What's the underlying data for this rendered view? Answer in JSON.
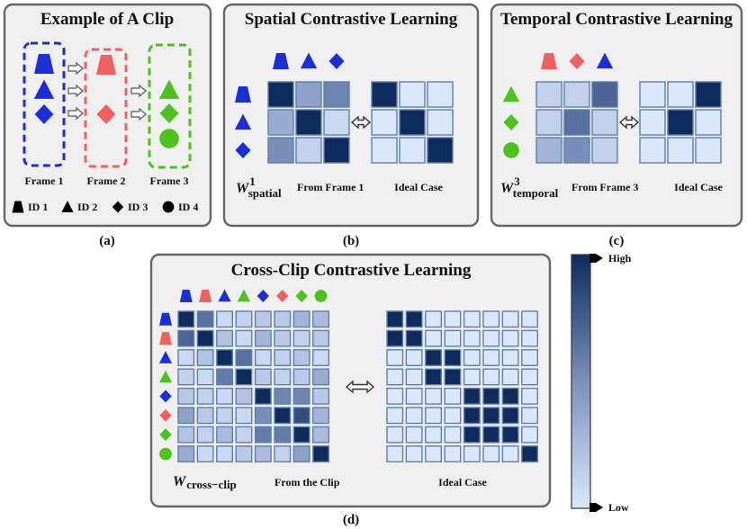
{
  "colors": {
    "blue": "#1a2fd6",
    "red": "#f06060",
    "green": "#4ec21c",
    "black": "#000000",
    "low": "#dbe6fb",
    "mid_light": "#9fb0d3",
    "mid": "#6f86b2",
    "high": "#0f2a5c",
    "cell_stroke": "#5b7fb2"
  },
  "panel_a": {
    "title": "Example of A Clip",
    "frames": [
      {
        "label": "Frame 1",
        "color": "#1a2fd6",
        "shapes": [
          "trapezoid",
          "triangle",
          "diamond"
        ]
      },
      {
        "label": "Frame 2",
        "color": "#f06060",
        "shapes": [
          "trapezoid",
          "diamond"
        ]
      },
      {
        "label": "Frame 3",
        "color": "#4ec21c",
        "shapes": [
          "triangle",
          "diamond",
          "circle"
        ]
      }
    ],
    "legend": [
      {
        "shape": "trapezoid",
        "label": "ID 1"
      },
      {
        "shape": "triangle",
        "label": "ID 2"
      },
      {
        "shape": "diamond",
        "label": "ID 3"
      },
      {
        "shape": "circle",
        "label": "ID 4"
      }
    ],
    "caption": "(a)"
  },
  "panel_b": {
    "title": "Spatial Contrastive Learning",
    "w_symbol": "W",
    "w_sup": "1",
    "w_sub": "spatial",
    "from_label": "From Frame 1",
    "ideal_label": "Ideal Case",
    "caption": "(b)",
    "row_icons": [
      [
        "trapezoid",
        "blue"
      ],
      [
        "triangle",
        "blue"
      ],
      [
        "diamond",
        "blue"
      ]
    ],
    "col_icons": [
      [
        "trapezoid",
        "blue"
      ],
      [
        "triangle",
        "blue"
      ],
      [
        "diamond",
        "blue"
      ]
    ],
    "matrix": [
      [
        1,
        0.45,
        0.6
      ],
      [
        0.4,
        1,
        0.1
      ],
      [
        0.55,
        0.15,
        1
      ]
    ],
    "ideal": [
      [
        1,
        0,
        0
      ],
      [
        0,
        1,
        0
      ],
      [
        0,
        0,
        1
      ]
    ]
  },
  "panel_c": {
    "title": "Temporal Contrastive Learning",
    "w_symbol": "W",
    "w_sup": "3",
    "w_sub": "temporal",
    "from_label": "From Frame 3",
    "ideal_label": "Ideal Case",
    "caption": "(c)",
    "row_icons": [
      [
        "triangle",
        "green"
      ],
      [
        "diamond",
        "green"
      ],
      [
        "circle",
        "green"
      ]
    ],
    "col_icons": [
      [
        "trapezoid",
        "red"
      ],
      [
        "diamond",
        "red"
      ],
      [
        "triangle",
        "blue"
      ]
    ],
    "matrix": [
      [
        0.15,
        0.15,
        0.75
      ],
      [
        0.15,
        0.7,
        0.15
      ],
      [
        0.35,
        0.55,
        0.15
      ]
    ],
    "ideal": [
      [
        0,
        0,
        1
      ],
      [
        0,
        1,
        0
      ],
      [
        0,
        0,
        0
      ]
    ]
  },
  "panel_d": {
    "title": "Cross-Clip Contrastive Learning",
    "w_symbol": "W",
    "w_sub": "cross−clip",
    "from_label": "From the Clip",
    "ideal_label": "Ideal Case",
    "caption": "(d)",
    "icons": [
      [
        "trapezoid",
        "blue"
      ],
      [
        "trapezoid",
        "red"
      ],
      [
        "triangle",
        "blue"
      ],
      [
        "triangle",
        "green"
      ],
      [
        "diamond",
        "blue"
      ],
      [
        "diamond",
        "red"
      ],
      [
        "diamond",
        "green"
      ],
      [
        "circle",
        "green"
      ]
    ],
    "matrix": [
      [
        1,
        0.7,
        0.1,
        0.15,
        0.2,
        0.2,
        0.35,
        0.3
      ],
      [
        0.75,
        1,
        0.25,
        0.1,
        0.35,
        0.2,
        0.15,
        0.2
      ],
      [
        0.1,
        0.25,
        1,
        0.7,
        0.1,
        0.15,
        0.25,
        0.1
      ],
      [
        0.15,
        0.1,
        0.65,
        1,
        0.2,
        0.15,
        0.2,
        0.4
      ],
      [
        0.2,
        0.15,
        0.1,
        0.25,
        1,
        0.6,
        0.6,
        0.2
      ],
      [
        0.45,
        0.2,
        0.15,
        0.1,
        0.55,
        1,
        0.85,
        0.35
      ],
      [
        0.25,
        0.15,
        0.3,
        0.15,
        0.65,
        0.65,
        1,
        0.3
      ],
      [
        0.4,
        0.1,
        0.1,
        0.2,
        0.3,
        0.15,
        0.45,
        1
      ]
    ],
    "ideal": [
      [
        1,
        1,
        0,
        0,
        0,
        0,
        0,
        0
      ],
      [
        1,
        1,
        0,
        0,
        0,
        0,
        0,
        0
      ],
      [
        0,
        0,
        1,
        1,
        0,
        0,
        0,
        0
      ],
      [
        0,
        0,
        1,
        1,
        0,
        0,
        0,
        0
      ],
      [
        0,
        0,
        0,
        0,
        1,
        1,
        1,
        0
      ],
      [
        0,
        0,
        0,
        0,
        1,
        1,
        1,
        0
      ],
      [
        0,
        0,
        0,
        0,
        1,
        1,
        1,
        0
      ],
      [
        0,
        0,
        0,
        0,
        0,
        0,
        0,
        1
      ]
    ]
  },
  "colorbar": {
    "high_label": "High",
    "low_label": "Low"
  }
}
